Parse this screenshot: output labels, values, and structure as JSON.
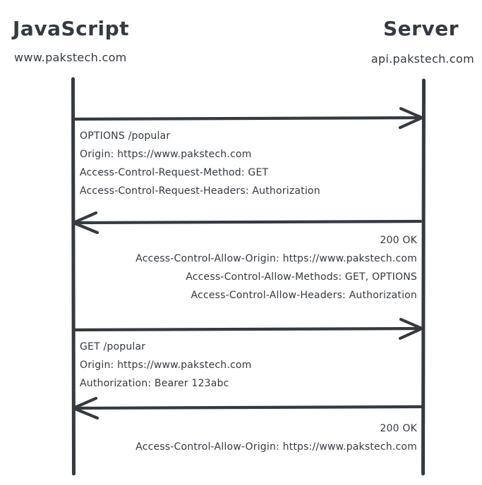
{
  "diagram": {
    "type": "sequence-diagram",
    "topic": "CORS preflight request flow",
    "colors": {
      "ink": "#343a40",
      "background": "#ffffff"
    },
    "actors": [
      {
        "name": "JavaScript",
        "subtitle": "www.pakstech.com"
      },
      {
        "name": "Server",
        "subtitle": "api.pakstech.com"
      }
    ],
    "messages": [
      {
        "from": "JavaScript",
        "to": "Server",
        "direction": "right",
        "lines": [
          "OPTIONS /popular",
          "Origin: https://www.pakstech.com",
          "Access-Control-Request-Method: GET",
          "Access-Control-Request-Headers: Authorization"
        ]
      },
      {
        "from": "Server",
        "to": "JavaScript",
        "direction": "left",
        "lines": [
          "200 OK",
          "Access-Control-Allow-Origin: https://www.pakstech.com",
          "Access-Control-Allow-Methods: GET, OPTIONS",
          "Access-Control-Allow-Headers: Authorization"
        ]
      },
      {
        "from": "JavaScript",
        "to": "Server",
        "direction": "right",
        "lines": [
          "GET /popular",
          "Origin: https://www.pakstech.com",
          "Authorization: Bearer 123abc"
        ]
      },
      {
        "from": "Server",
        "to": "JavaScript",
        "direction": "left",
        "lines": [
          "200 OK",
          "Access-Control-Allow-Origin: https://www.pakstech.com"
        ]
      }
    ]
  }
}
